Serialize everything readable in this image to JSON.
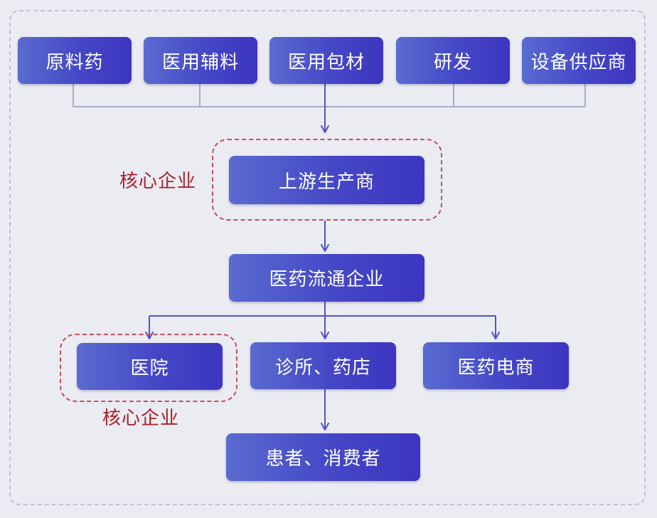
{
  "suppliers": [
    "原料药",
    "医用辅料",
    "医用包材",
    "研发",
    "设备供应商"
  ],
  "upstream": "上游生产商",
  "distributor": "医药流通企业",
  "terminals": [
    "医院",
    "诊所、药店",
    "医药电商"
  ],
  "end_user": "患者、消费者",
  "core_labels": [
    "核心企业",
    "核心企业"
  ],
  "colors": {
    "box_gradient_start": "#5a6bd0",
    "box_gradient_end": "#3d35c0",
    "connector": "#4a55c8",
    "core_frame": "#c4505a",
    "core_text": "#a8222b",
    "background": "#ebebf2"
  }
}
